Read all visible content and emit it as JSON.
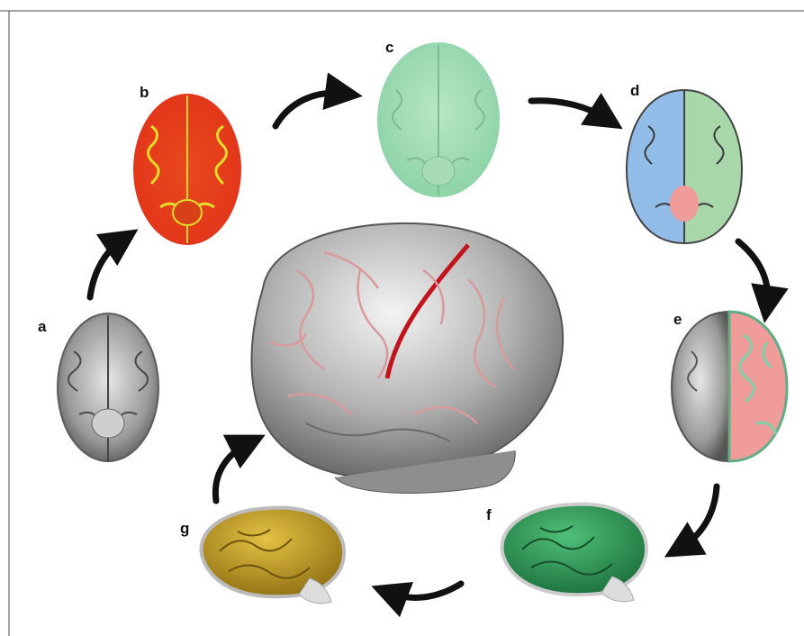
{
  "figure": {
    "panels": [
      {
        "id": "a",
        "label": "a",
        "stage": "t1-weighted-slice",
        "icon": "brain-axial-slice"
      },
      {
        "id": "b",
        "label": "b",
        "stage": "tissue-map-slice",
        "icon": "brain-axial-slice"
      },
      {
        "id": "c",
        "label": "c",
        "stage": "brain-mask-slice",
        "icon": "brain-axial-slice"
      },
      {
        "id": "d",
        "label": "d",
        "stage": "hemisphere-split-slice",
        "icon": "brain-axial-slice"
      },
      {
        "id": "e",
        "label": "e",
        "stage": "white-matter-segmentation-slice",
        "icon": "brain-axial-slice"
      },
      {
        "id": "f",
        "label": "f",
        "stage": "green-cortical-surface",
        "icon": "brain-lateral-surface"
      },
      {
        "id": "g",
        "label": "g",
        "stage": "gold-cortical-surface",
        "icon": "brain-lateral-surface"
      }
    ],
    "center": {
      "icon": "inflated-cortical-surface"
    },
    "colors": {
      "frame": "#444444",
      "arrow": "#111111",
      "slice_gray": "#9a9a9a",
      "tissue_red": "#e63a17",
      "tissue_yellow": "#e2dd2a",
      "mask_green": "#95d8ad",
      "hemi_blue": "#92bde8",
      "hemi_green": "#a8d8aa",
      "roi_pink": "#ef9c9a",
      "surface_gray": "#b9b9b9",
      "surface_green": "#2f9a5a",
      "surface_gold": "#c9a32a",
      "sulcus_red": "#c1141d"
    }
  }
}
